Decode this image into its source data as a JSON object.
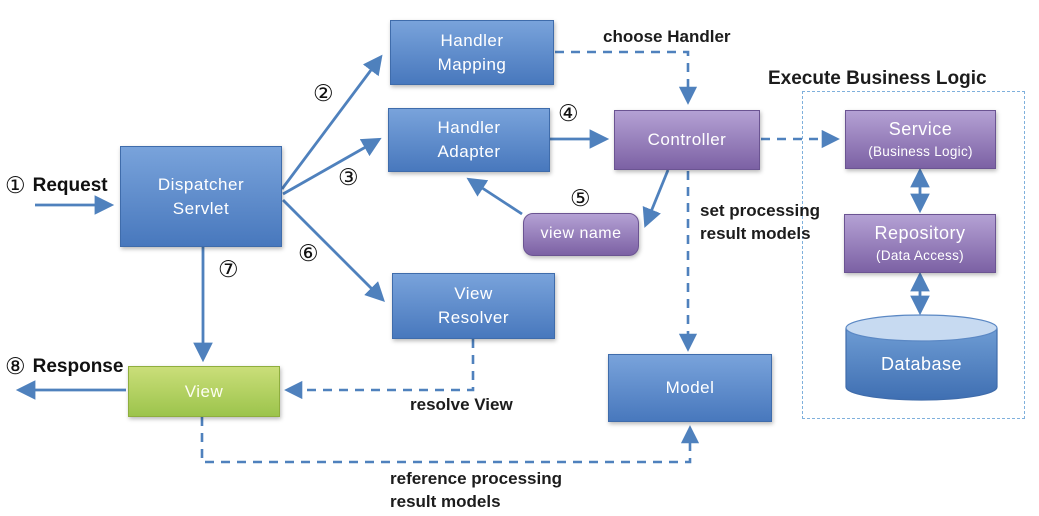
{
  "colors": {
    "blue_box_top": "#79a3db",
    "blue_box_bottom": "#4878bd",
    "purple_box_top": "#b4a1d4",
    "purple_box_bottom": "#7c61a4",
    "green_box_top": "#cade79",
    "green_box_bottom": "#9cc44c",
    "arrow": "#4f81bd",
    "dashed_region_border": "#7fb0dc",
    "annotation_text": "#1c1c1c"
  },
  "steps": {
    "s1": "①",
    "s2": "②",
    "s3": "③",
    "s4": "④",
    "s5": "⑤",
    "s6": "⑥",
    "s7": "⑦",
    "s8": "⑧"
  },
  "labels": {
    "request": "Request",
    "response": "Response",
    "choose_handler": "choose Handler",
    "execute_business_logic": "Execute Business Logic",
    "set_processing": "set processing\nresult models",
    "resolve_view": "resolve View",
    "reference_processing": "reference processing\nresult models"
  },
  "nodes": {
    "dispatcher_servlet": "Dispatcher\nServlet",
    "handler_mapping": "Handler\nMapping",
    "handler_adapter": "Handler\nAdapter",
    "controller": "Controller",
    "view_name": "view name",
    "view_resolver": "View\nResolver",
    "view": "View",
    "model": "Model",
    "service_title": "Service",
    "service_subtitle": "(Business Logic)",
    "repository_title": "Repository",
    "repository_subtitle": "(Data Access)",
    "database": "Database"
  }
}
